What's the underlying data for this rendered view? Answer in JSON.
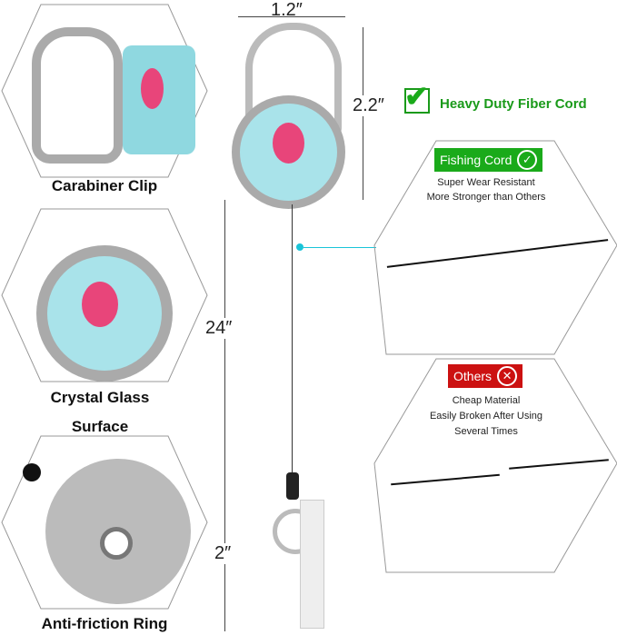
{
  "left_panels": [
    {
      "label": "Carabiner Clip"
    },
    {
      "label_line1": "Crystal Glass",
      "label_line2": "Surface"
    },
    {
      "label": "Anti-friction Ring"
    }
  ],
  "dimensions": {
    "width": "1.2″",
    "height": "2.2″",
    "cord": "24″",
    "clip": "2″"
  },
  "headline": {
    "text": "Heavy Duty Fiber Cord",
    "color": "#1a9a1a"
  },
  "fishing_cord": {
    "badge": "Fishing Cord",
    "line1": "Super Wear Resistant",
    "line2": "More Stronger than Others",
    "color": "#1aaa1a"
  },
  "others": {
    "badge": "Others",
    "line1": "Cheap Material",
    "line2": "Easily Broken After Using",
    "line3": "Several Times",
    "color": "#cc1111"
  }
}
